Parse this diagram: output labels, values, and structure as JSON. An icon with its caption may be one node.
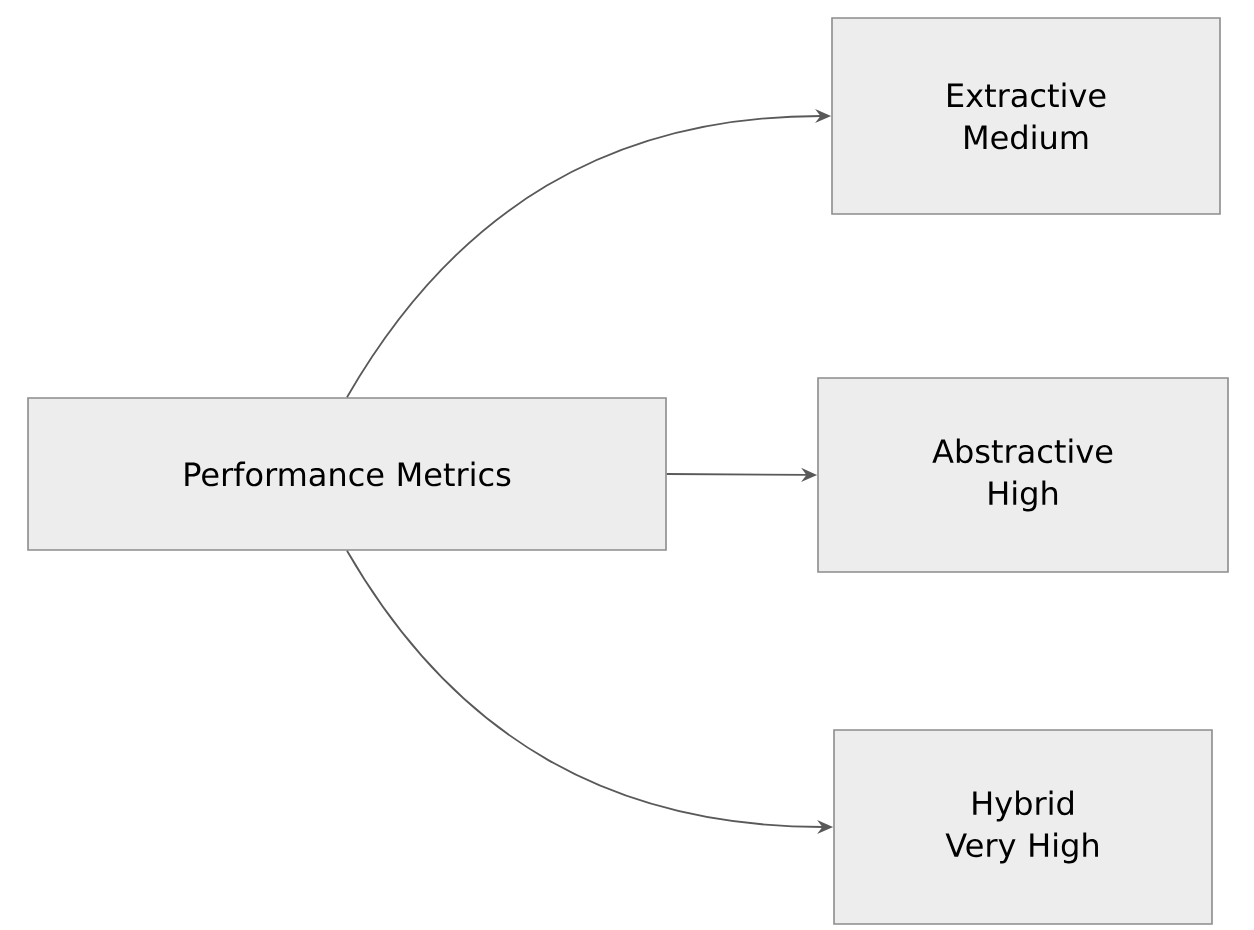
{
  "diagram": {
    "nodes": [
      {
        "text": [
          "Performance Metrics"
        ]
      },
      {
        "text": [
          "Extractive Medium"
        ]
      },
      {
        "text": [
          "Abstractive High"
        ]
      },
      {
        "text": [
          "Hybrid Very High"
        ]
      }
    ],
    "edges": [
      {
        "from": 0,
        "to": 1,
        "arrow": "to"
      },
      {
        "from": 0,
        "to": 2,
        "arrow": "to"
      },
      {
        "from": 0,
        "to": 3,
        "arrow": "to"
      }
    ]
  }
}
